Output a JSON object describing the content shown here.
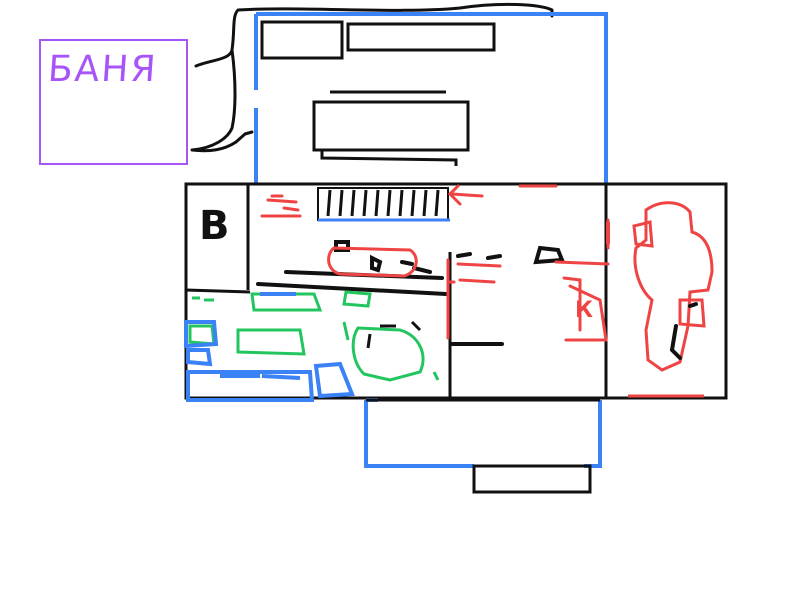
{
  "labels": {
    "sauna": "БАНЯ",
    "room_b": "В",
    "room_k": "К"
  },
  "colors": {
    "wall": "#111111",
    "blue_wall": "#3b82f6",
    "red_line": "#ef4444",
    "green_item": "#22c55e",
    "purple": "#a855f7"
  }
}
